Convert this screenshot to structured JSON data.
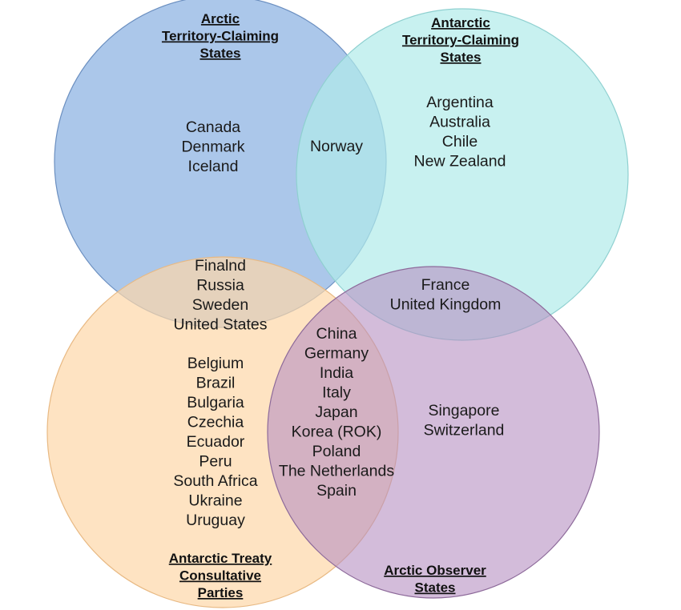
{
  "sets": {
    "arctic_claiming": {
      "title": [
        "Arctic",
        "Territory-Claiming",
        "States"
      ],
      "color": "#8fb4e3"
    },
    "antarctic_claiming": {
      "title": [
        "Antarctic",
        "Territory-Claiming",
        "States"
      ],
      "color": "#b0ebea"
    },
    "atcp": {
      "title": [
        "Antarctic Treaty",
        "Consultative",
        "Parties"
      ],
      "color": "#fdd7a8"
    },
    "arctic_observer": {
      "title": [
        "Arctic Observer",
        "States"
      ],
      "color": "#b690c1"
    }
  },
  "regions": {
    "arctic_only": [
      "Canada",
      "Denmark",
      "Iceland"
    ],
    "arctic_antarctic_claiming": [
      "Norway"
    ],
    "antarctic_claiming_only": [
      "Argentina",
      "Australia",
      "Chile",
      "New Zealand"
    ],
    "arctic_claiming_atcp": [
      "Finalnd",
      "Russia",
      "Sweden",
      "United States"
    ],
    "antarctic_claiming_observer": [
      "France",
      "United Kingdom"
    ],
    "atcp_observer": [
      "China",
      "Germany",
      "India",
      "Italy",
      "Japan",
      "Korea (ROK)",
      "Poland",
      "The Netherlands",
      "Spain"
    ],
    "atcp_only": [
      "Belgium",
      "Brazil",
      "Bulgaria",
      "Czechia",
      "Ecuador",
      "Peru",
      "South Africa",
      "Ukraine",
      "Uruguay"
    ],
    "observer_only": [
      "Singapore",
      "Switzerland"
    ]
  }
}
